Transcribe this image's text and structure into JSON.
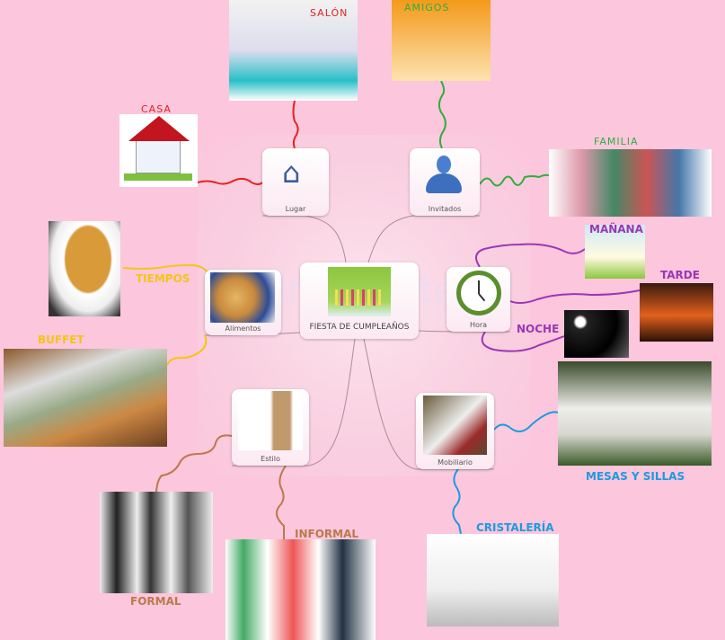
{
  "watermark": "mindmeister",
  "colors": {
    "background": "#fcc6dc",
    "lugar": "#e3231f",
    "invitados": "#2fae3c",
    "hora": "#9b36b5",
    "alimentos": "#f2c617",
    "estilo": "#b97a4b",
    "mobiliario": "#1c9be0"
  },
  "center": {
    "label": "FIESTA DE CUMPLEAÑOS",
    "icon": "birthday-candles-image"
  },
  "nodes": {
    "lugar": {
      "label": "Lugar",
      "icon": "house-icon"
    },
    "invitados": {
      "label": "Invitados",
      "icon": "people-icon"
    },
    "alimentos": {
      "label": "Alimentos",
      "icon": "food-image"
    },
    "hora": {
      "label": "Hora",
      "icon": "clock-icon"
    },
    "estilo": {
      "label": "Estilo",
      "icon": "clothes-image"
    },
    "mobiliario": {
      "label": "Mobiliario",
      "icon": "banquet-table-image"
    }
  },
  "leaves": {
    "salon": "SALÓN",
    "casa": "CASA",
    "amigos": "AMIGOS",
    "familia": "FAMILIA",
    "manana": "MAÑANA",
    "tarde": "TARDE",
    "noche": "NOCHE",
    "tiempos": "TIEMPOS",
    "buffet": "BUFFET",
    "mesas": "MESAS Y SILLAS",
    "cristaleria": "CRISTALERÍA",
    "informal": "INFORMAL",
    "formal": "FORMAL"
  }
}
